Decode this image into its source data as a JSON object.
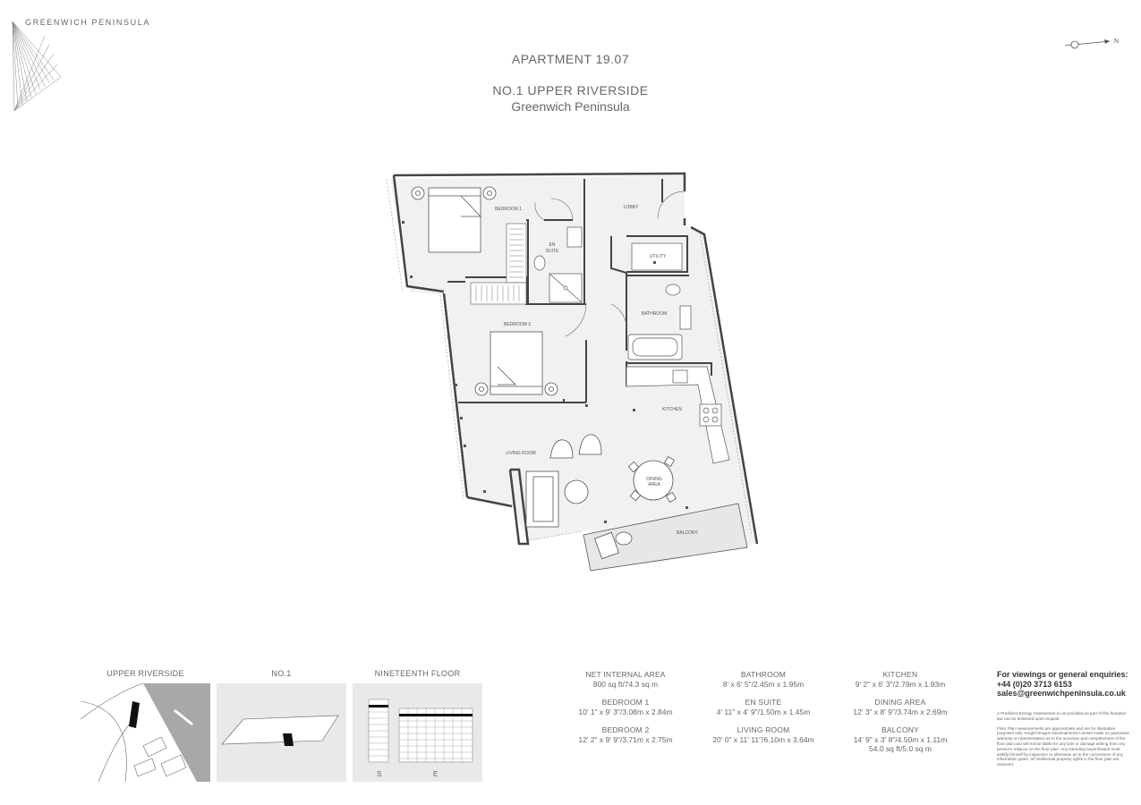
{
  "header": {
    "brand": "GREENWICH PENINSULA",
    "apartment": "APARTMENT 19.07",
    "building": "NO.1 UPPER RIVERSIDE",
    "location": "Greenwich Peninsula",
    "north": "N"
  },
  "rooms": {
    "bedroom1": "BEDROOM 1",
    "ensuite_line1": "EN",
    "ensuite_line2": "SUITE",
    "lobby": "LOBBY",
    "utility": "UTILITY",
    "bathroom": "BATHROOM",
    "bedroom2": "BEDROOM 2",
    "kitchen": "KITCHEN",
    "living": "LIVING ROOM",
    "dining_line1": "DINING",
    "dining_line2": "AREA",
    "balcony": "BALCONY"
  },
  "thumbnails": {
    "site": "UPPER RIVERSIDE",
    "building": "NO.1",
    "floor": "NINETEENTH FLOOR",
    "south": "S",
    "east": "E"
  },
  "areas": {
    "net_label": "NET INTERNAL AREA",
    "net_value": "800 sq ft/74.3 sq m",
    "bedroom1_label": "BEDROOM 1",
    "bedroom1_value": "10' 1\" x 9' 3\"/3.08m x 2.84m",
    "bedroom2_label": "BEDROOM 2",
    "bedroom2_value": "12' 2\" x 9' 9\"/3.71m x 2.75m",
    "bathroom_label": "BATHROOM",
    "bathroom_value": "8' x 6' 5\"/2.45m x 1.95m",
    "ensuite_label": "EN SUITE",
    "ensuite_value": "4' 11\" x 4' 9\"/1.50m x 1.45m",
    "living_label": "LIVING ROOM",
    "living_value": "20' 0\" x 11' 11\"/6.10m x 3.64m",
    "kitchen_label": "KITCHEN",
    "kitchen_value": "9' 2\" x 6' 3\"/2.79m x 1.93m",
    "dining_label": "DINING AREA",
    "dining_value": "12' 3\" x 8' 9\"/3.74m x 2.69m",
    "balcony_label": "BALCONY",
    "balcony_value": "14' 9\" x 3' 8\"/4.50m x 1.11m",
    "balcony_value2": "54.0 sq ft/5.0 sq m"
  },
  "contact": {
    "heading": "For viewings or general enquiries:",
    "phone": "+44 (0)20 3713 6153",
    "email": "sales@greenwichpeninsula.co.uk"
  },
  "disclaimer": {
    "p1": "A Predicted Energy Assessment is not provided as part of this floorplan but can be delivered upon request.",
    "p2": "Floor Plan measurements are approximate and are for illustrative purposes only. Knight Dragon Developments Limited make no guarantee, warranty or representation as to the accuracy and completeness of the floor plan and will not be liable for any loss or damage arising from any person's reliance on the floor plan. Any intending buyer/lessee must satisfy himself by inspection or otherwise as to the correctness of any information given. All intellectual property rights in the floor plan are reserved."
  }
}
